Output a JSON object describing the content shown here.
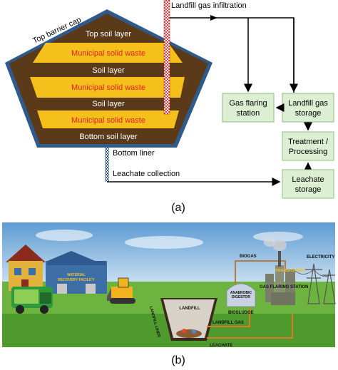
{
  "panel_a": {
    "top_barrier_cap": "Top barrier cap",
    "layers": [
      {
        "text": "Top soil layer",
        "kind": "soil"
      },
      {
        "text": "Municipal solid waste",
        "kind": "waste"
      },
      {
        "text": "Soil layer",
        "kind": "soil"
      },
      {
        "text": "Municipal solid waste",
        "kind": "waste"
      },
      {
        "text": "Soil layer",
        "kind": "soil"
      },
      {
        "text": "Municipal solid waste",
        "kind": "waste"
      },
      {
        "text": "Bottom soil layer",
        "kind": "soil"
      }
    ],
    "gas_infiltration": "Landfill gas infiltration",
    "bottom_liner": "Bottom liner",
    "leachate_collection": "Leachate collection",
    "boxes": {
      "gas_flaring": [
        "Gas flaring",
        "station"
      ],
      "gas_storage": [
        "Landfill gas",
        "storage"
      ],
      "treatment": [
        "Treatment /",
        "Processing"
      ],
      "leachate_storage": [
        "Leachate",
        "storage"
      ]
    },
    "caption": "(a)"
  },
  "panel_b": {
    "material_recovery": [
      "MATERIAL",
      "RECOVERY FACILITY"
    ],
    "landfill": "LANDFILL",
    "landfill_liner": "LANDFILL LINER",
    "landfill_gas": "LANDFILL GAS",
    "leachate": "LEACHATE",
    "biogas": "BIOGAS",
    "anaerobic_digestor": [
      "ANAEROBIC",
      "DIGESTOR"
    ],
    "biosludge": "BIOSLUDGE",
    "gas_flaring_station": "GAS FLARING STATION",
    "transformer": "TRANSFORMER",
    "electricity": "ELECTRICITY",
    "caption": "(b)"
  },
  "colors": {
    "cap_blue": "#2e5a8c",
    "soil_brown": "#5b3a1a",
    "waste_yellow": "#f5c01c",
    "waste_text_red": "#e02020",
    "box_green": "#dcefd2",
    "box_border": "#8fbf80",
    "liner_red": "#e03a3a",
    "sky_blue": "#7fb3df",
    "grass_green": "#6db33f"
  }
}
